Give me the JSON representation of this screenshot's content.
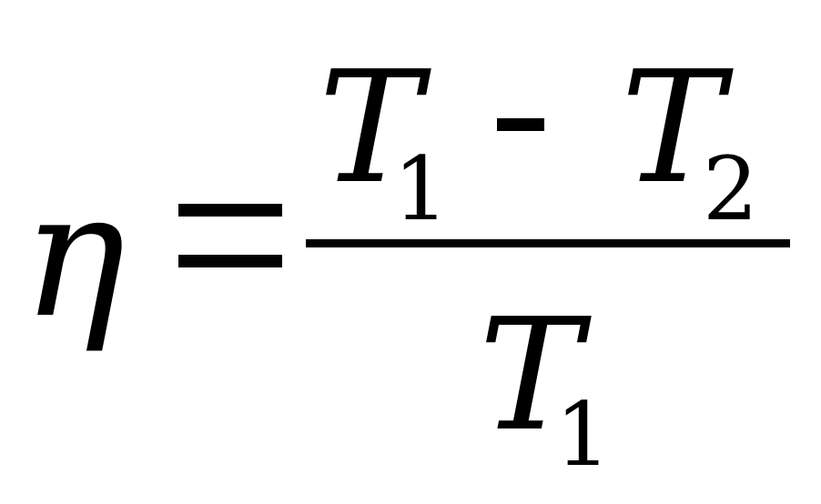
{
  "formula": {
    "lhs": "η",
    "equals": "=",
    "numerator": {
      "term1_var": "T",
      "term1_sub": "1",
      "operator": "-",
      "term2_var": "T",
      "term2_sub": "2"
    },
    "denominator": {
      "var": "T",
      "sub": "1"
    }
  }
}
